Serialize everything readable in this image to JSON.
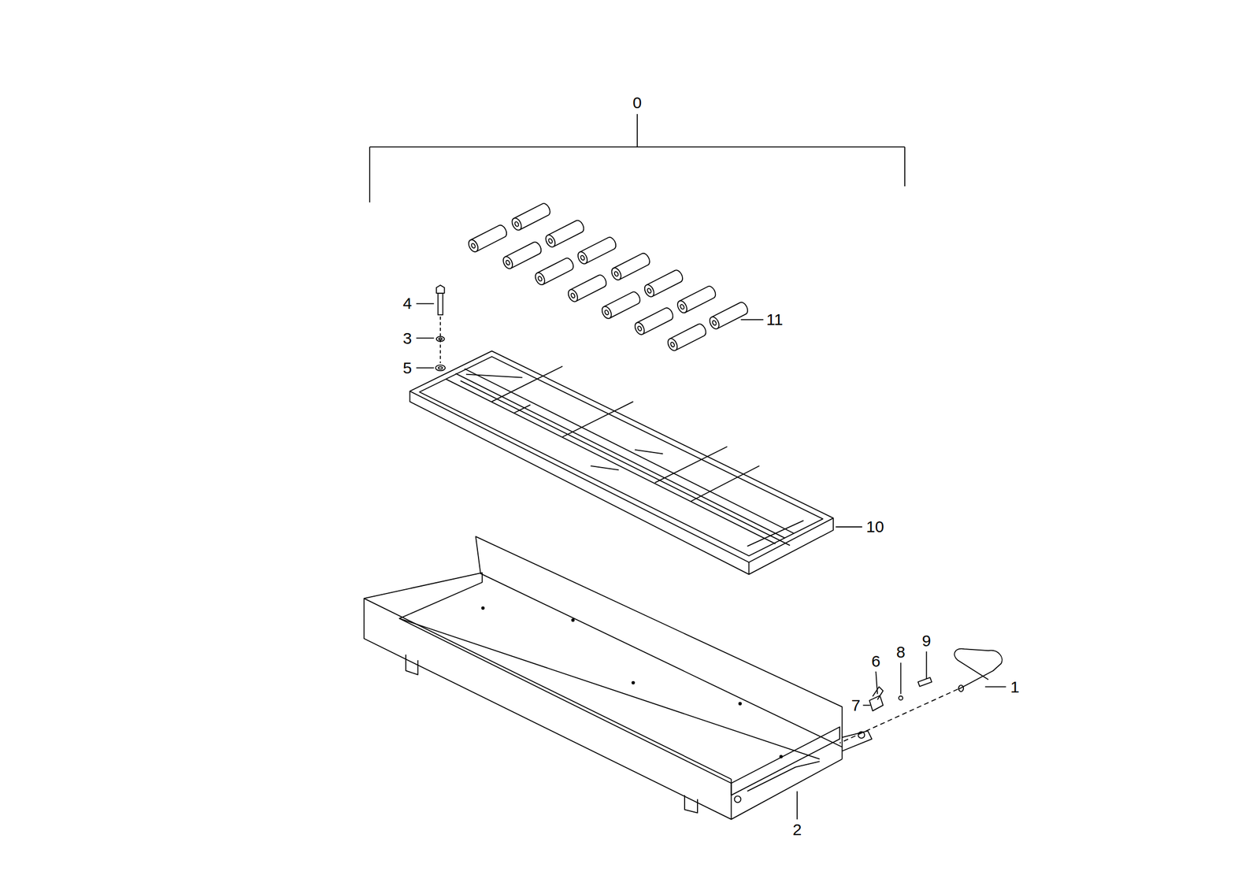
{
  "diagram": {
    "labels": [
      "0",
      "4",
      "3",
      "5",
      "11",
      "10",
      "6",
      "8",
      "9",
      "1",
      "7",
      "2"
    ]
  }
}
